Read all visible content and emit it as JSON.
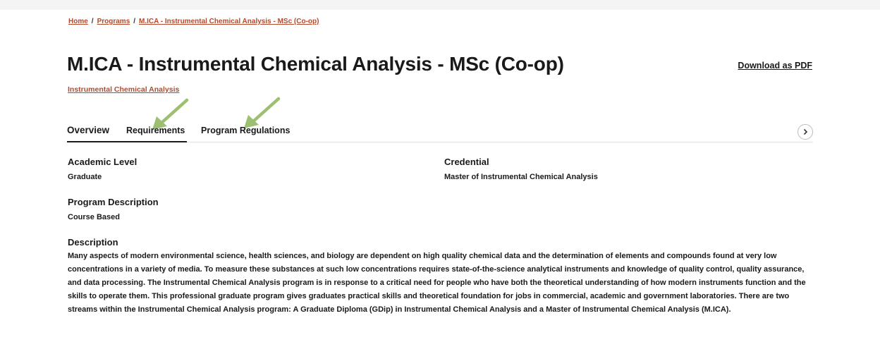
{
  "breadcrumb": {
    "items": [
      "Home",
      "Programs",
      "M.ICA - Instrumental Chemical Analysis - MSc (Co-op)"
    ],
    "separator": "/"
  },
  "page": {
    "title": "M.ICA - Instrumental Chemical Analysis - MSc (Co-op)",
    "download_label": "Download as PDF",
    "subject_link": "Instrumental Chemical Analysis"
  },
  "tabs": [
    {
      "label": "Overview",
      "active": true
    },
    {
      "label": "Requirements",
      "active": false
    },
    {
      "label": "Program Regulations",
      "active": false
    }
  ],
  "overview": {
    "academic_level": {
      "label": "Academic Level",
      "value": "Graduate"
    },
    "credential": {
      "label": "Credential",
      "value": "Master of Instrumental Chemical Analysis"
    },
    "program_description": {
      "label": "Program Description",
      "value": "Course Based"
    },
    "description": {
      "label": "Description",
      "text": "Many aspects of modern environmental science, health sciences, and biology are dependent on high quality chemical data and the determination of elements and compounds found at very low concentrations in a variety of media. To measure these substances at such low concentrations requires state-of-the-science analytical instruments and knowledge of quality control, quality assurance, and data processing. The Instrumental Chemical Analysis program is in response to a critical need for people who have both the theoretical understanding of how modern instruments function and the skills to operate them. This professional graduate program gives graduates practical skills and theoretical foundation for jobs in commercial, academic and government laboratories. There are two streams within the Instrumental Chemical Analysis program: A Graduate Diploma (GDip) in Instrumental Chemical Analysis and a Master of Instrumental Chemical Analysis (M.ICA)."
    }
  },
  "icons": {
    "scroll_next": "chevron-right-icon",
    "annotation": "arrow-pointer-icon"
  },
  "colors": {
    "link": "#b34a2e",
    "text": "#1a1a1a",
    "annotation_arrow": "#9cc070"
  }
}
